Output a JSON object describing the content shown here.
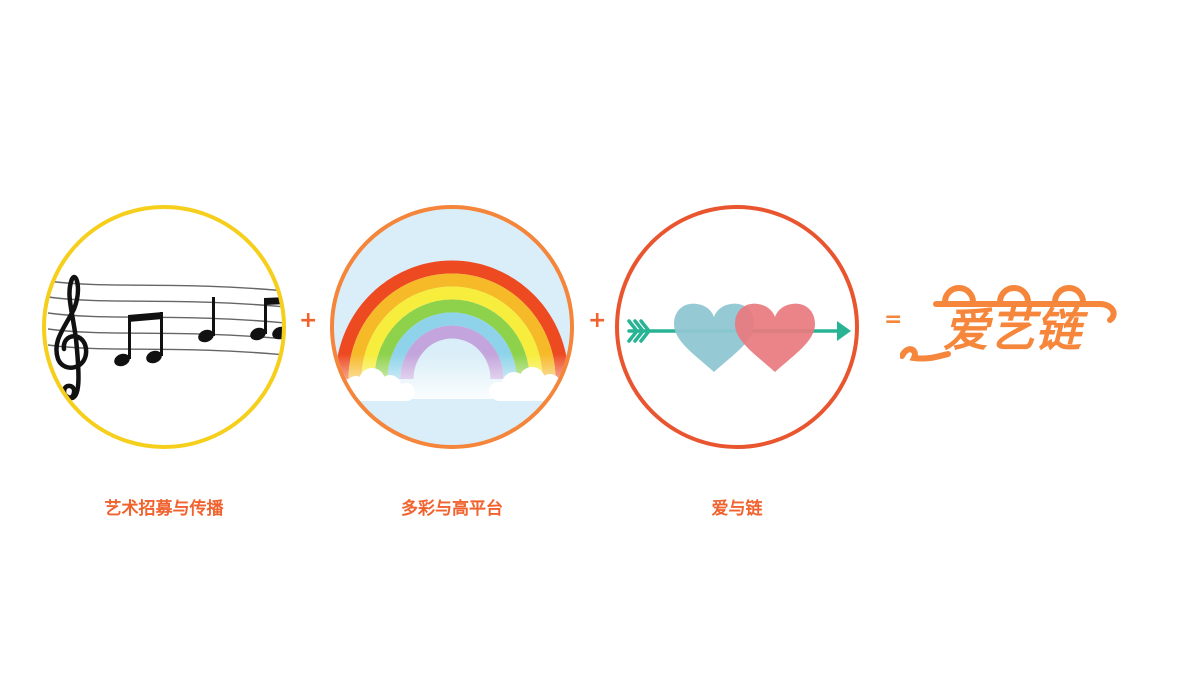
{
  "captions": {
    "music": "艺术招募与传播",
    "rainbow": "多彩与高平台",
    "love": "爱与链"
  },
  "operators": {
    "plus": "+",
    "equals": "="
  },
  "logo": {
    "text": "爱艺链"
  },
  "colors": {
    "music_ring": "#f6cf1c",
    "rainbow_ring": "#f4853a",
    "love_ring": "#e8552f",
    "caption_text": "#f0632f",
    "logo": "#f5863b",
    "heart_blue": "#8fc7d3",
    "heart_red": "#e9797e",
    "arrow": "#28b394"
  },
  "icons": [
    "treble-clef-icon",
    "music-note-icon",
    "rainbow-icon",
    "cloud-icon",
    "heart-icon",
    "arrow-icon"
  ]
}
